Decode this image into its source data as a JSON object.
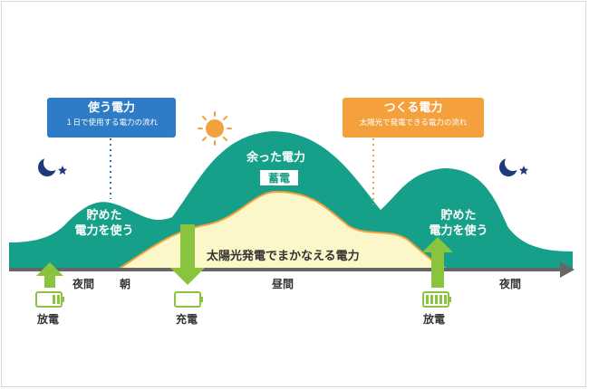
{
  "callouts": {
    "use": {
      "title": "使う電力",
      "subtitle": "１日で使用する電力の流れ",
      "color": "#2e7cc6"
    },
    "make": {
      "title": "つくる電力",
      "subtitle": "太陽光で発電できる電力の流れ",
      "color": "#f4a03c"
    }
  },
  "areas": {
    "surplus": "余った電力",
    "storage_badge": "蓄電",
    "solar_covered": "太陽光発電でまかなえる電力",
    "left_use": [
      "貯めた",
      "電力を使う"
    ],
    "right_use": [
      "貯めた",
      "電力を使う"
    ]
  },
  "timeline": {
    "labels": [
      "夜間",
      "朝",
      "昼間",
      "夜間"
    ]
  },
  "battery_actions": {
    "discharge_left": "放電",
    "charge": "充電",
    "discharge_right": "放電"
  },
  "colors": {
    "teal": "#16a08a",
    "solar_fill": "#fbf7c8",
    "solar_line": "#f4a03c",
    "axis": "#666666",
    "arrow_green": "#8ac43f",
    "moon": "#1f3a7a",
    "sun": "#f4a03c"
  },
  "icons": [
    "moon-star-icon",
    "sun-icon",
    "battery-icon",
    "arrow-up-icon",
    "arrow-down-icon"
  ]
}
